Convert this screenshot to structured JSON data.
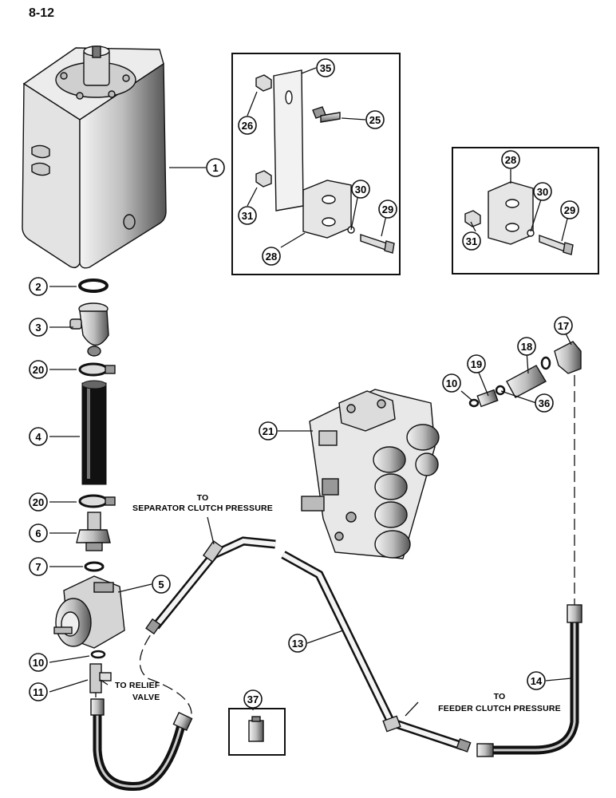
{
  "page": {
    "number": "8-12"
  },
  "callouts": {
    "c1": "1",
    "c2": "2",
    "c3": "3",
    "c4": "4",
    "c5": "5",
    "c6": "6",
    "c7": "7",
    "c10a": "10",
    "c10b": "10",
    "c11": "11",
    "c13": "13",
    "c14": "14",
    "c17": "17",
    "c18": "18",
    "c19": "19",
    "c20a": "20",
    "c20b": "20",
    "c21": "21",
    "c25": "25",
    "c26": "26",
    "c28a": "28",
    "c28b": "28",
    "c29a": "29",
    "c29b": "29",
    "c30a": "30",
    "c30b": "30",
    "c31a": "31",
    "c31b": "31",
    "c35": "35",
    "c36": "36",
    "c37": "37"
  },
  "notes": {
    "separator_to": "TO",
    "separator_label": "SEPARATOR CLUTCH PRESSURE",
    "relief_line1": "TO RELIEF",
    "relief_line2": "VALVE",
    "feeder_to": "TO",
    "feeder_label": "FEEDER CLUTCH PRESSURE"
  }
}
